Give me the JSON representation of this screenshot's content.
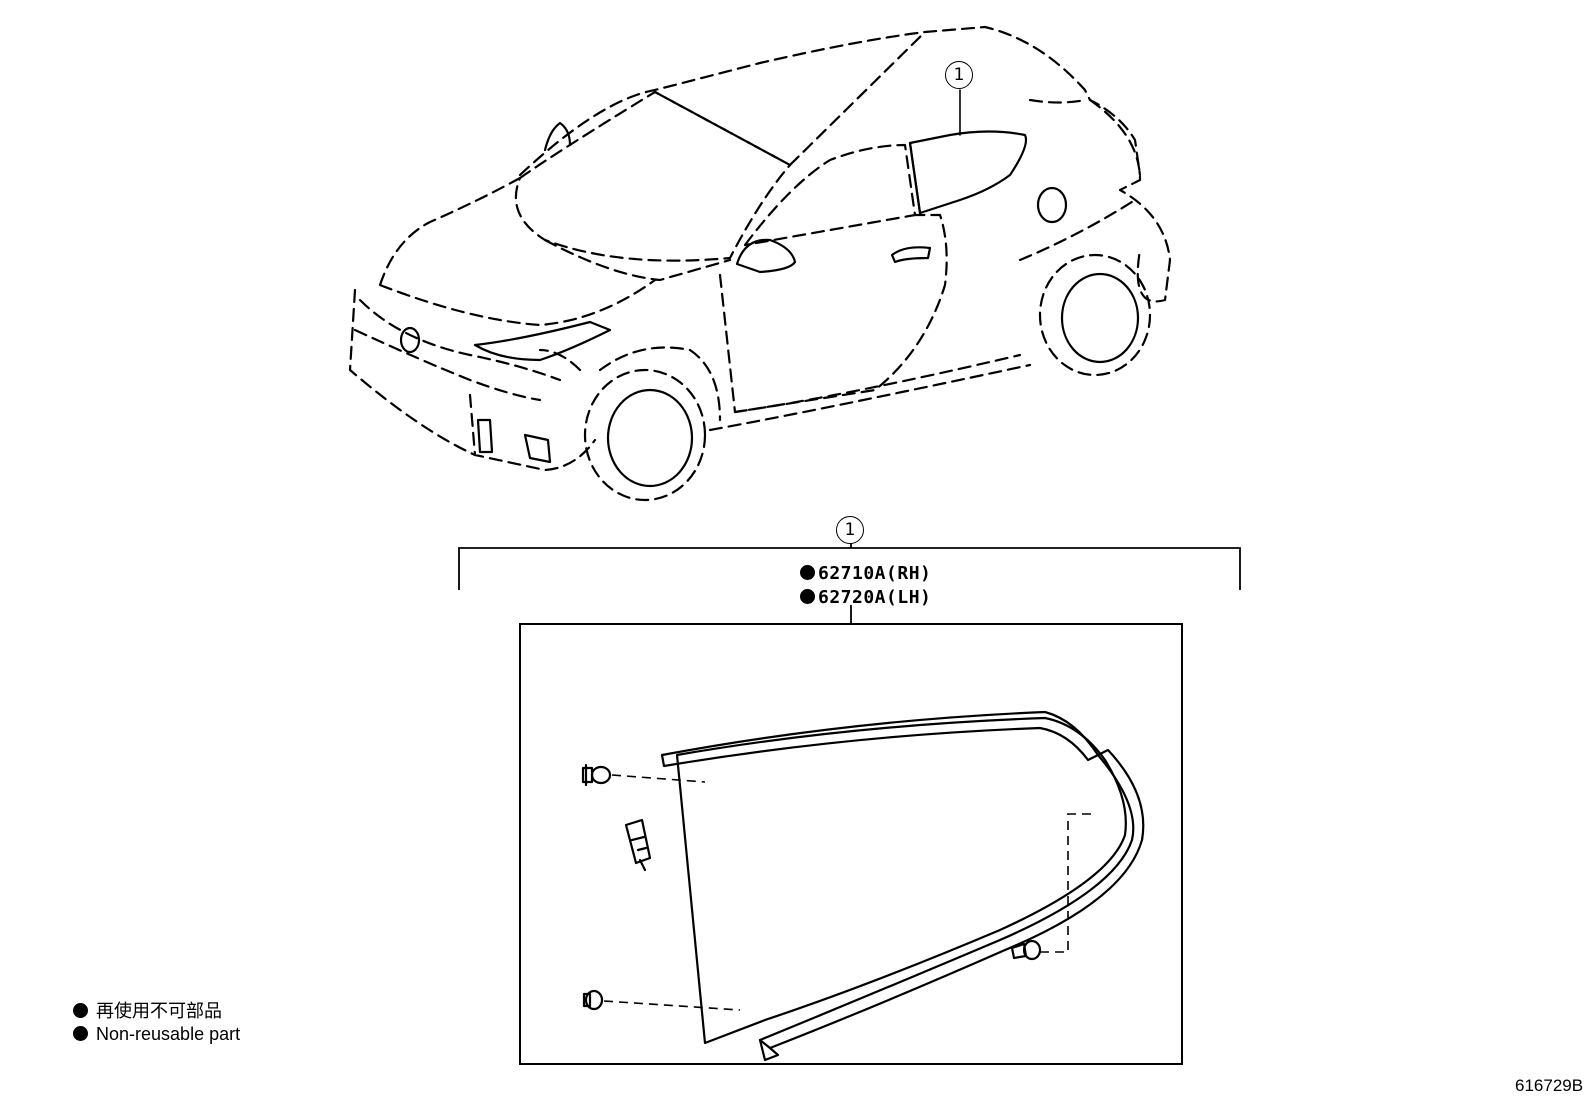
{
  "callouts": {
    "car_ref": "1",
    "group_ref": "1"
  },
  "parts": [
    {
      "number": "62710A(RH)",
      "non_reusable": true
    },
    {
      "number": "62720A(LH)",
      "non_reusable": true
    }
  ],
  "legend": [
    {
      "symbol": "filled-circle",
      "text": "再使用不可部品"
    },
    {
      "symbol": "filled-circle",
      "text": "Non-reusable part"
    }
  ],
  "illustration_code": "616729B",
  "colors": {
    "line": "#000000",
    "background": "#ffffff"
  }
}
